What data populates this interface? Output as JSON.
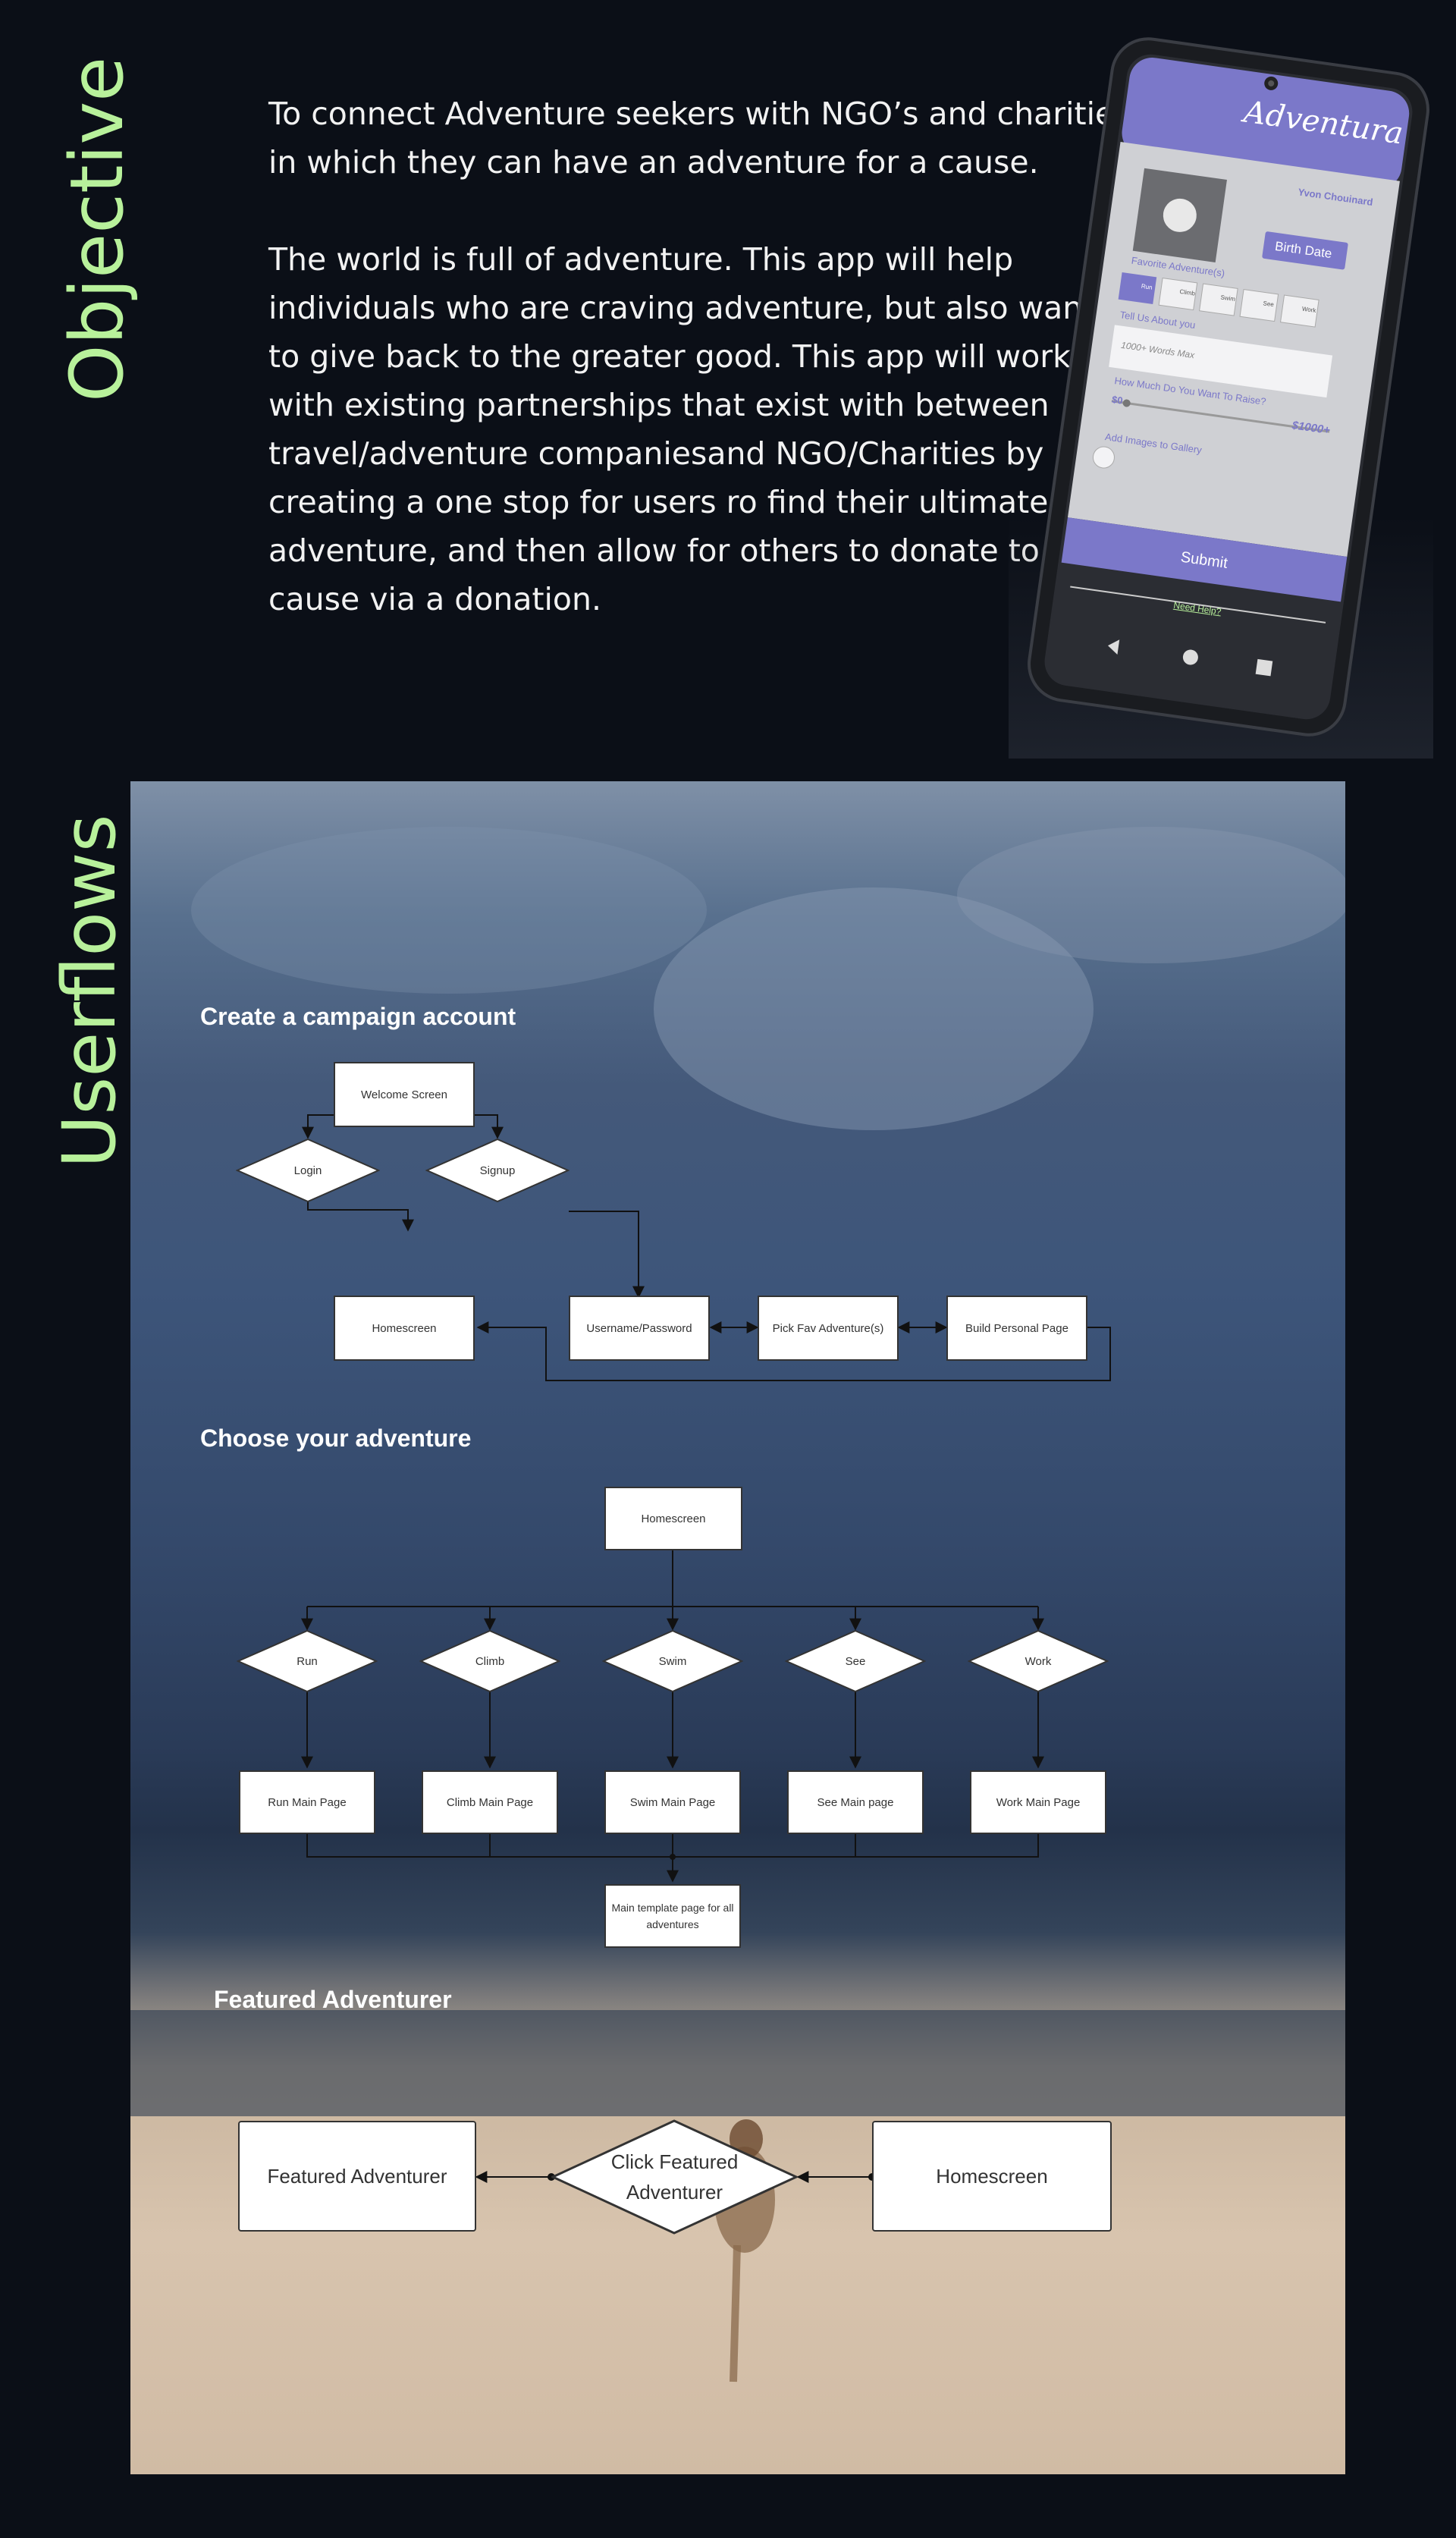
{
  "objective": {
    "title": "Objective",
    "para1": "To connect Adventure seekers with NGO’s and charities in which they can have an adventure for a cause.",
    "para2": "The world is full of adventure. This app will help individuals who are craving adventure, but also want to give back to the greater good. This app will work with existing partnerships that exist with between travel/adventure companiesand NGO/Charities by creating a one stop for users ro find their ultimate adventure, and then allow for others to donate to the cause via a donation."
  },
  "phone": {
    "app_name": "Adventura",
    "user_name": "Yvon Chouinard",
    "birth_date": "Birth Date",
    "fav_label": "Favorite Adventure(s)",
    "fav_options": [
      "Run",
      "Climb",
      "Swim",
      "See",
      "Work"
    ],
    "about_label": "Tell Us About you",
    "about_placeholder": "1000+ Words Max",
    "raise_label": "How Much Do You Want To Raise?",
    "raise_min": "$0",
    "raise_max": "$1000+",
    "gallery_label": "Add Images to Gallery",
    "submit": "Submit",
    "help": "Need Help?"
  },
  "userflows": {
    "title": "Userflows",
    "campaign": {
      "title": "Create a campaign account",
      "welcome": "Welcome Screen",
      "login": "Login",
      "signup": "Signup",
      "homescreen": "Homescreen",
      "username": "Username/Password",
      "pick": "Pick Fav Adventure(s)",
      "build": "Build Personal Page"
    },
    "choose": {
      "title": "Choose your adventure",
      "homescreen": "Homescreen",
      "options": [
        "Run",
        "Climb",
        "Swim",
        "See",
        "Work"
      ],
      "pages": [
        "Run Main Page",
        "Climb Main Page",
        "Swim Main Page",
        "See Main page",
        "Work Main Page"
      ],
      "template": "Main template page for all adventures"
    },
    "featured": {
      "title": "Featured Adventurer",
      "featured": "Featured Adventurer",
      "click": "Click Featured Adventurer",
      "homescreen": "Homescreen"
    }
  }
}
